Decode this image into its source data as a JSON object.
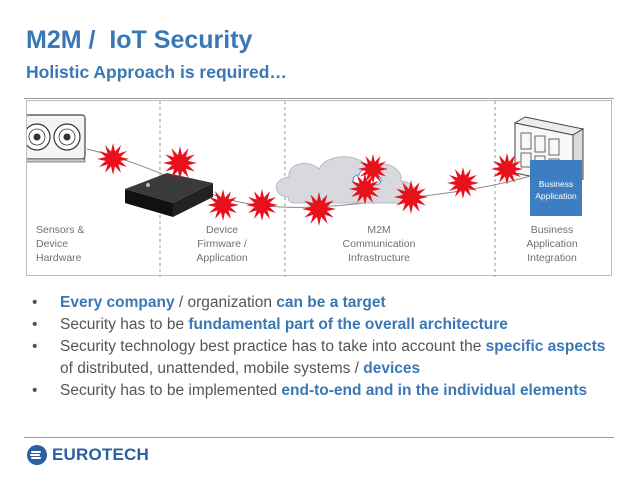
{
  "header": {
    "title": "M2M /  IoT Security",
    "subtitle": "Holistic Approach is required…"
  },
  "diagram": {
    "columns": [
      {
        "label": "Sensors &\nDevice\nHardware"
      },
      {
        "label": "Device\nFirmware /\nApplication"
      },
      {
        "label": "M2M\nCommunication\nInfrastructure"
      },
      {
        "label": "Business\nApplication\nIntegration"
      }
    ],
    "business_box_label": "Business\nApplication",
    "icons": [
      "air-conditioner-icon",
      "gateway-device-icon",
      "cloud-icon",
      "server-building-icon",
      "attack-burst-icon"
    ],
    "colors": {
      "accent": "#3a78b5",
      "burst": "#e8101c",
      "box": "#3d7ec2"
    }
  },
  "bullets": [
    {
      "parts": [
        {
          "text": "Every company",
          "hl": true
        },
        {
          "text": " / organization ",
          "hl": false
        },
        {
          "text": "can be a target",
          "hl": true
        }
      ]
    },
    {
      "parts": [
        {
          "text": "Security has to be ",
          "hl": false
        },
        {
          "text": "fundamental part of the overall architecture",
          "hl": true
        }
      ]
    },
    {
      "parts": [
        {
          "text": "Security technology best practice has to take into account the ",
          "hl": false
        },
        {
          "text": "specific aspects",
          "hl": true
        },
        {
          "text": " of distributed, unattended, mobile systems / ",
          "hl": false
        },
        {
          "text": "devices",
          "hl": true
        }
      ]
    },
    {
      "parts": [
        {
          "text": "Security has to be implemented ",
          "hl": false
        },
        {
          "text": "end-to-end and in the individual elements",
          "hl": true
        }
      ]
    }
  ],
  "footer": {
    "logo_text": "EUROTECH"
  }
}
